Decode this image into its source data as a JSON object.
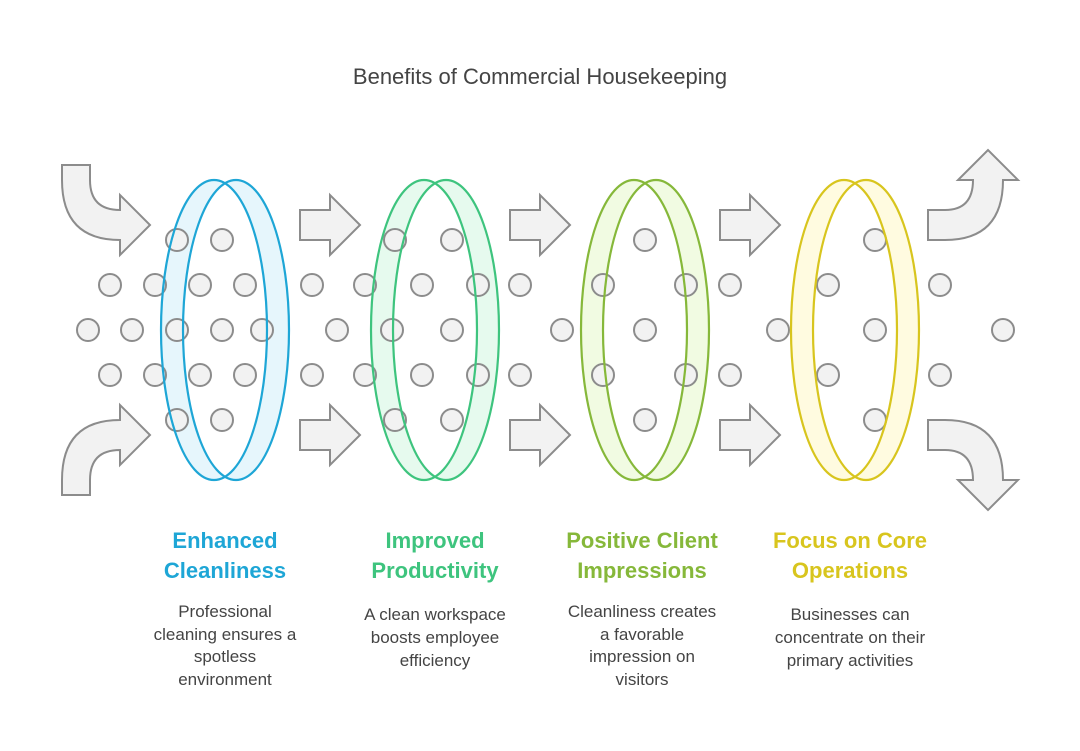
{
  "title": "Benefits of Commercial Housekeeping",
  "stages": [
    {
      "title": [
        "Enhanced",
        "Cleanliness"
      ],
      "description": [
        "Professional",
        "cleaning ensures a",
        "spotless",
        "environment"
      ],
      "color": "#1ea6d6",
      "fill": "#e6f6fc"
    },
    {
      "title": [
        "Improved",
        "Productivity"
      ],
      "description": [
        "A clean workspace",
        "boosts employee",
        "efficiency"
      ],
      "color": "#3ec47e",
      "fill": "#e6faee"
    },
    {
      "title": [
        "Positive Client",
        "Impressions"
      ],
      "description": [
        "Cleanliness creates",
        "a favorable",
        "impression on",
        "visitors"
      ],
      "color": "#86b83a",
      "fill": "#f1fbe2"
    },
    {
      "title": [
        "Focus on Core",
        "Operations"
      ],
      "description": [
        "Businesses can",
        "concentrate on their",
        "primary activities"
      ],
      "color": "#d8c51e",
      "fill": "#fffbe0"
    }
  ],
  "icons": {
    "arrow": "arrow-right-icon",
    "particle": "particle-dot-icon",
    "ring": "filter-ring-icon"
  }
}
